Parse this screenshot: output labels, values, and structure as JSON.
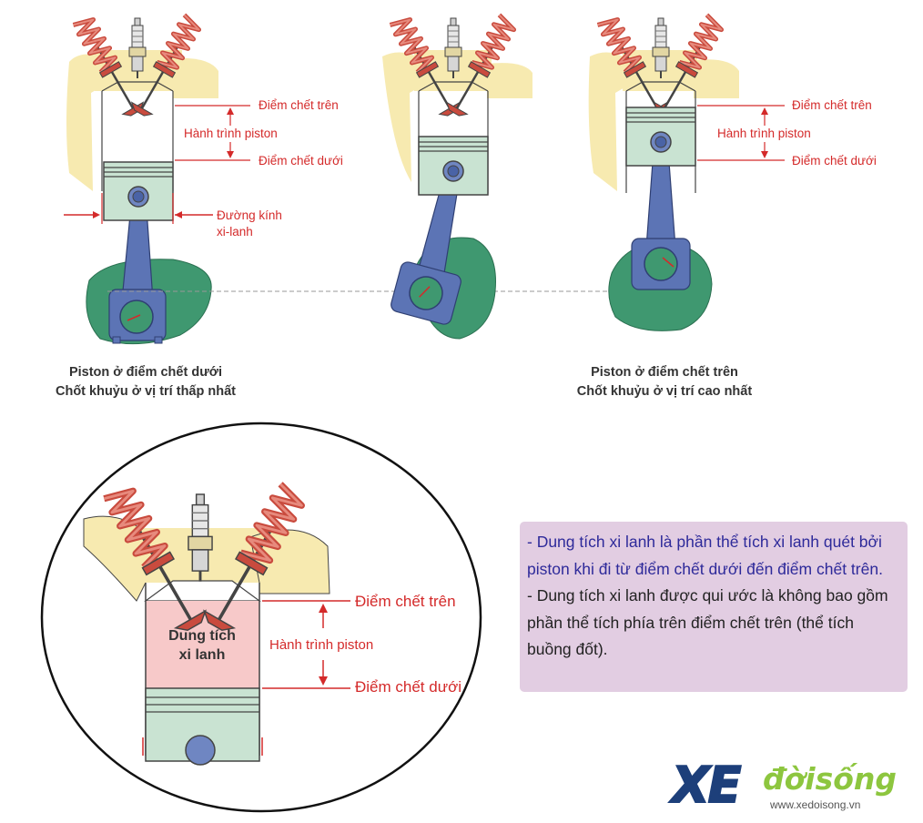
{
  "top_left": {
    "labels": {
      "tdc": "Điểm chết trên",
      "stroke": "Hành trình piston",
      "bdc": "Điểm chết dưới",
      "bore_line1": "Đường kính",
      "bore_line2": "xi-lanh"
    },
    "caption_line1": "Piston ở điểm chết dưới",
    "caption_line2": "Chốt khuỷu ở vị trí thấp nhất"
  },
  "top_right": {
    "labels": {
      "tdc": "Điểm chết trên",
      "stroke": "Hành trình piston",
      "bdc": "Điểm chết dưới"
    },
    "caption_line1": "Piston ở điểm chết trên",
    "caption_line2": "Chốt khuỷu ở vị trí cao nhất"
  },
  "detail": {
    "volume_line1": "Dung tích",
    "volume_line2": "xi lanh",
    "tdc": "Điểm chết trên",
    "stroke": "Hành trình piston",
    "bdc": "Điểm chết dưới"
  },
  "info": {
    "paragraph1": "- Dung tích xi lanh là phần thể tích xi lanh quét bởi piston khi đi từ điểm chết dưới đến điểm chết trên.",
    "paragraph2": "- Dung tích xi lanh được qui ước là không bao gồm phần thể tích phía trên điểm chết trên (thể tích buồng đốt)."
  },
  "logo": {
    "brand_xe": "XE",
    "brand_rest": "đờisống",
    "url": "www.xedoisong.vn"
  },
  "colors": {
    "label_red": "#d42a2a",
    "head_yellow": "#f7eab0",
    "spring_red": "#d9574a",
    "rod_blue": "#5c74b5",
    "crank_green": "#3f9870",
    "piston_green": "#c9e3d2",
    "chamber_pink": "#f7c9c9",
    "info_bg": "#e2cde2",
    "info_text_blue": "#2e2a9a"
  }
}
